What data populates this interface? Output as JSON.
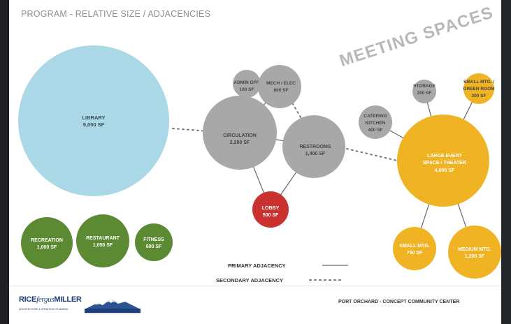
{
  "title": "PROGRAM - RELATIVE SIZE / ADJACENCIES",
  "meeting_spaces_label": "MEETING SPACES",
  "colors": {
    "library": "#abd8e7",
    "support": "#a8a8a8",
    "lobby": "#c9322f",
    "recreation": "#5b8a32",
    "meeting": "#f0b323"
  },
  "spaces": {
    "library": {
      "name": "LIBRARY",
      "area": "9,000 SF"
    },
    "admin": {
      "name": "ADMIN OFF.",
      "area": "100 SF"
    },
    "mech": {
      "name": "MECH / ELEC",
      "area": "800 SF"
    },
    "circulation": {
      "name": "CIRCULATION",
      "area": "2,200 SF"
    },
    "restrooms": {
      "name": "RESTROOMS",
      "area": "1,400 SF"
    },
    "lobby": {
      "name": "LOBBY",
      "area": "500 SF"
    },
    "recreation": {
      "name": "RECREATION",
      "area": "1,000 SF"
    },
    "restaurant": {
      "name": "RESTAURANT",
      "area": "1,050 SF"
    },
    "fitness": {
      "name": "FITNESS",
      "area": "600 SF"
    },
    "catering": {
      "name1": "CATERING",
      "name2": "KITCHEN",
      "area": "400 SF"
    },
    "storage": {
      "name": "STORAGE",
      "area": "200 SF"
    },
    "green_room": {
      "name1": "SMALL MTG. /",
      "name2": "GREEN ROOM",
      "area": "300 SF"
    },
    "large_event": {
      "name1": "LARGE EVENT",
      "name2": "SPACE / THEATER",
      "area": "4,000 SF"
    },
    "small_mtg": {
      "name": "SMALL MTG.",
      "area": "750 SF"
    },
    "medium_mtg": {
      "name": "MEDIUM MTG.",
      "area": "1,200 SF"
    }
  },
  "legend": {
    "primary": "PRIMARY ADJACENCY",
    "secondary": "SECONDARY ADJACENCY"
  },
  "footer": {
    "firm_a": "RICE",
    "firm_b": "fergus",
    "firm_c": "MILLER",
    "firm_tagline": "ARCHITECTURE & STRATEGIC PLANNING",
    "project": "PORT ORCHARD - CONCEPT COMMUNITY CENTER"
  }
}
